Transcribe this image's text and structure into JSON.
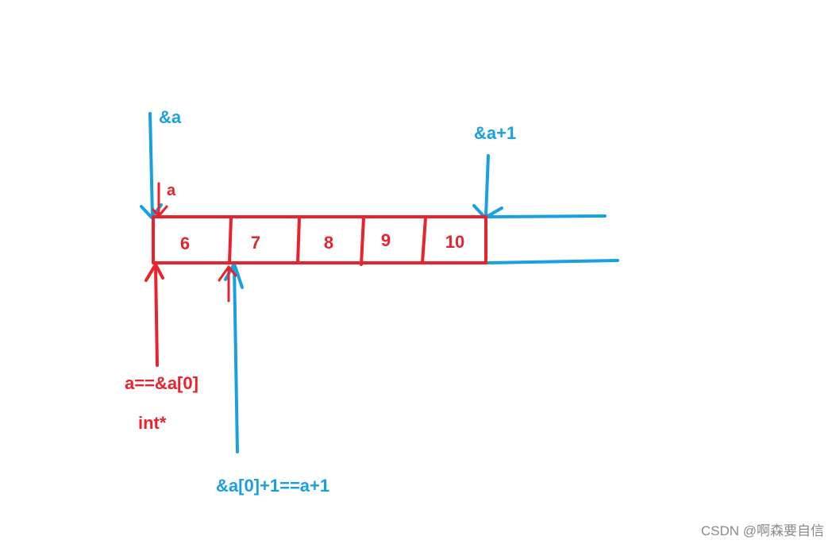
{
  "colors": {
    "red": "#e8232d",
    "blue": "#1aa0e0",
    "watermark": "#8a8a8a"
  },
  "array": {
    "cells": [
      "6",
      "7",
      "8",
      "9",
      "10"
    ]
  },
  "labels": {
    "addr_array": "&a",
    "addr_array_plus_one": "&a+1",
    "array_name": "a",
    "array_equals_first": "a==&a[0]",
    "element_pointer_type": "int*",
    "first_plus_one": "&a[0]+1==a+1"
  },
  "watermark": "CSDN @啊森要自信"
}
